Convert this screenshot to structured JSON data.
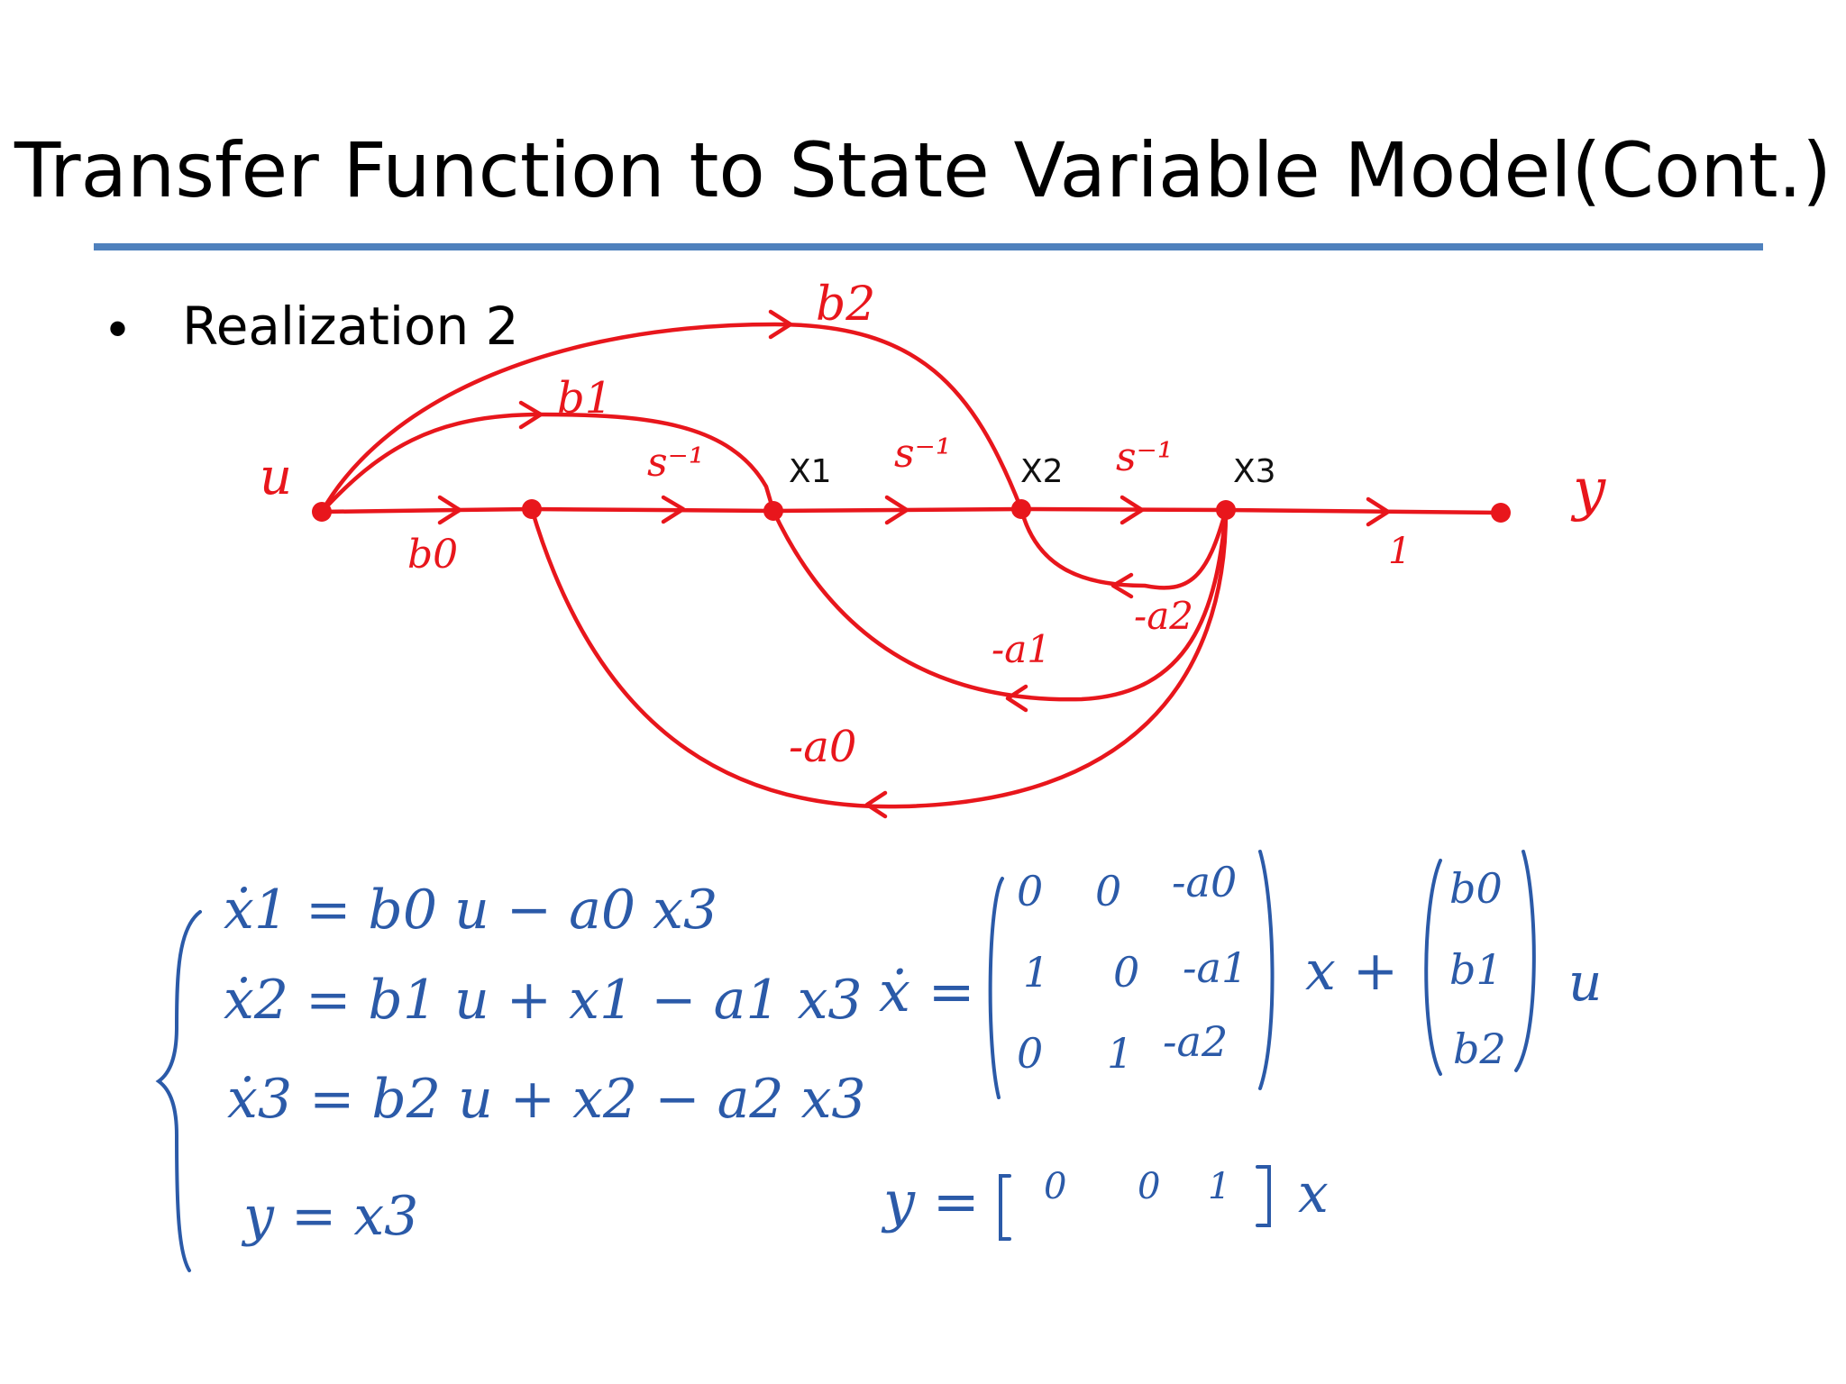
{
  "slide": {
    "title": "Transfer Function to State Variable Model(Cont.)",
    "bullet": "Realization 2"
  },
  "graph": {
    "node_labels": {
      "u": "u",
      "y": "y",
      "x1": "X1",
      "x2": "X2",
      "x3": "X3"
    },
    "branch_labels": {
      "b0": "b0",
      "b1": "b1",
      "b2": "b2",
      "s1": "s⁻¹",
      "s2": "s⁻¹",
      "s3": "s⁻¹",
      "one": "1",
      "a0": "-a0",
      "a1": "-a1",
      "a2": "-a2"
    },
    "colors": {
      "graph": "#e8161c",
      "math": "#2b5aa8",
      "rule": "#4f81bd"
    }
  },
  "equations": {
    "x1dot": "ẋ1 = b0 u − a0 x3",
    "x2dot": "ẋ2 = b1 u + x1 − a1 x3",
    "x3dot": "ẋ3 = b2 u + x2 − a2 x3",
    "y": "y = x3"
  },
  "matrix_form": {
    "xdot_lhs": "ẋ =",
    "A": [
      [
        "0",
        "0",
        "-a0"
      ],
      [
        "1",
        "0",
        "-a1"
      ],
      [
        "0",
        "1",
        "-a2"
      ]
    ],
    "x_plus": "x +",
    "B": [
      "b0",
      "b1",
      "b2"
    ],
    "u": "u",
    "y_lhs": "y =",
    "C": [
      "0",
      "0",
      "1"
    ],
    "x_tail": "x"
  }
}
